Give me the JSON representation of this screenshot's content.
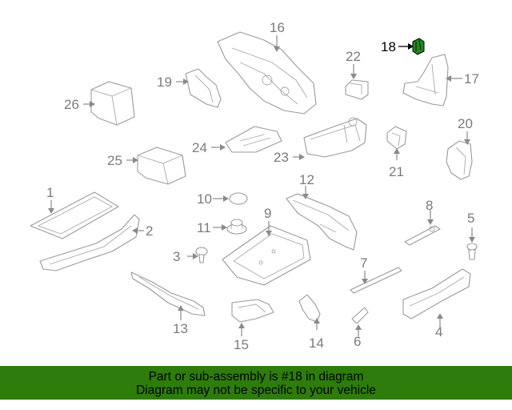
{
  "callouts": {
    "n1": "1",
    "n2": "2",
    "n3": "3",
    "n4": "4",
    "n5": "5",
    "n6": "6",
    "n7": "7",
    "n8": "8",
    "n9": "9",
    "n10": "10",
    "n11": "11",
    "n12": "12",
    "n13": "13",
    "n14": "14",
    "n15": "15",
    "n16": "16",
    "n17": "17",
    "n18": "18",
    "n19": "19",
    "n20": "20",
    "n21": "21",
    "n22": "22",
    "n23": "23",
    "n24": "24",
    "n25": "25",
    "n26": "26"
  },
  "highlighted_part": "18",
  "colors": {
    "banner_background": "#2e7d0c",
    "highlight_part": "#1f8a1f",
    "line_art": "#9a9a9a",
    "callout_text": "#7b7b7b"
  },
  "banner": {
    "line1": "Part or sub-assembly is #18 in diagram",
    "line2": "Diagram may not be specific to your vehicle"
  }
}
